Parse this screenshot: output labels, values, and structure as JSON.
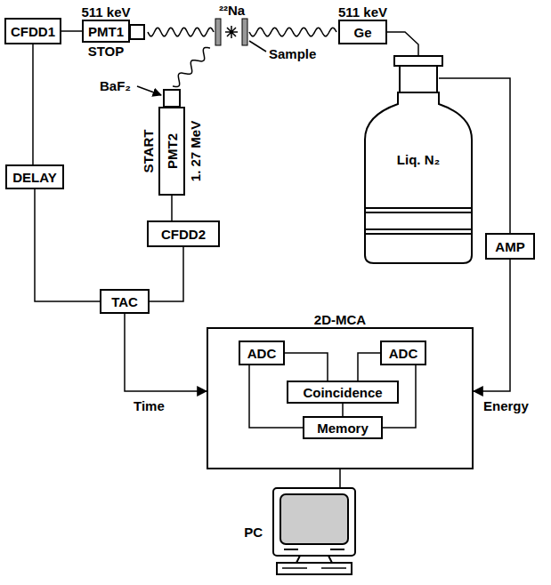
{
  "diagram": {
    "nodes": [
      {
        "text": [
          "CFDD1"
        ]
      },
      {
        "text": [
          "511 keV",
          "PMT1",
          "STOP"
        ]
      },
      {
        "text": [
          "511 keV",
          "Ge"
        ]
      },
      {
        "text": [
          "DELAY"
        ]
      },
      {
        "text": [
          "START",
          "PMT2",
          "1. 27 MeV"
        ]
      },
      {
        "text": [
          "CFDD2"
        ]
      },
      {
        "text": [
          "TAC"
        ]
      },
      {
        "text": [
          "Liq. N₂"
        ]
      },
      {
        "text": [
          "AMP"
        ]
      },
      {
        "text": [
          "2D-MCA"
        ]
      },
      {
        "text": [
          "ADC"
        ],
        "in": 9
      },
      {
        "text": [
          "ADC"
        ],
        "in": 9
      },
      {
        "text": [
          "Coincidence"
        ],
        "in": 9
      },
      {
        "text": [
          "Memory"
        ],
        "in": 9
      },
      {
        "text": [
          "PC"
        ]
      }
    ],
    "edges": [
      {
        "from": 0,
        "to": 1,
        "arrow": "none"
      },
      {
        "from": 0,
        "to": 3,
        "arrow": "none"
      },
      {
        "from": 3,
        "to": 6,
        "arrow": "none"
      },
      {
        "from": 4,
        "to": 5,
        "arrow": "none"
      },
      {
        "from": 5,
        "to": 6,
        "arrow": "none"
      },
      {
        "from": 6,
        "to": 9,
        "label": "Time",
        "arrow": "to"
      },
      {
        "from": 2,
        "to": 7,
        "arrow": "none"
      },
      {
        "from": 7,
        "to": 8,
        "arrow": "none"
      },
      {
        "from": 8,
        "to": 9,
        "label": "Energy",
        "arrow": "to"
      },
      {
        "from": 10,
        "to": 12,
        "arrow": "none"
      },
      {
        "from": 11,
        "to": 12,
        "arrow": "none"
      },
      {
        "from": 10,
        "to": 13,
        "arrow": "none"
      },
      {
        "from": 11,
        "to": 13,
        "arrow": "none"
      },
      {
        "from": 12,
        "to": 13,
        "arrow": "none"
      },
      {
        "from": 9,
        "to": 14,
        "arrow": "none"
      }
    ],
    "labels": [
      "²²Na",
      "Sample",
      "BaF₂"
    ]
  }
}
